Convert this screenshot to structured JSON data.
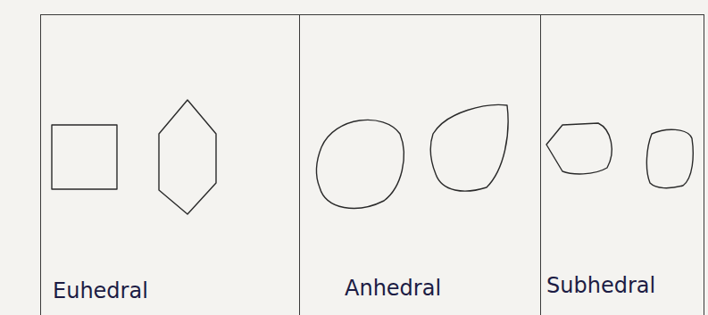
{
  "diagram": {
    "nodes": [
      {
        "text": [
          "Euhedral"
        ]
      },
      {
        "text": [
          "Anhedral"
        ]
      },
      {
        "text": [
          "Subhedral"
        ]
      }
    ]
  }
}
